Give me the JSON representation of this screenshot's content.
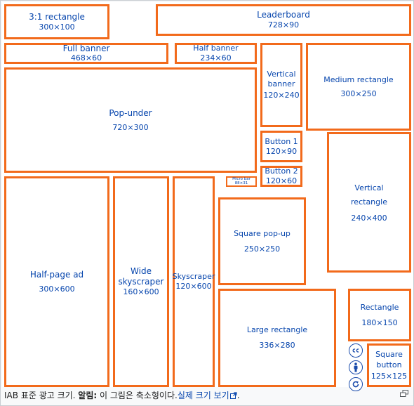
{
  "ads": {
    "r31": {
      "name": "3:1 rectangle",
      "size": "300×100"
    },
    "leader": {
      "name": "Leaderboard",
      "size": "728×90"
    },
    "full": {
      "name": "Full banner",
      "size": "468×60"
    },
    "half": {
      "name": "Half banner",
      "size": "234×60"
    },
    "vbanner": {
      "name": "Vertical banner",
      "size": "120×240"
    },
    "medrect": {
      "name": "Medium rectangle",
      "size": "300×250"
    },
    "popunder": {
      "name": "Pop-under",
      "size": "720×300"
    },
    "btn1": {
      "name": "Button 1",
      "size": "120×90"
    },
    "btn2": {
      "name": "Button 2",
      "size": "120×60"
    },
    "vrect": {
      "name": "Vertical rectangle",
      "size": "240×400"
    },
    "micro": {
      "name": "Micro bar",
      "size": "88×31"
    },
    "halfpage": {
      "name": "Half-page ad",
      "size": "300×600"
    },
    "wide": {
      "name": "Wide skyscraper",
      "size": "160×600"
    },
    "sky": {
      "name": "Skyscraper",
      "size": "120×600"
    },
    "sqpop": {
      "name": "Square pop-up",
      "size": "250×250"
    },
    "large": {
      "name": "Large rectangle",
      "size": "336×280"
    },
    "rect": {
      "name": "Rectangle",
      "size": "180×150"
    },
    "sqbtn": {
      "name": "Square button",
      "size": "125×125"
    }
  },
  "license_icons": [
    "cc-icon",
    "by-icon",
    "sa-icon"
  ],
  "caption": {
    "text": "IAB 표준 광고 크기. ",
    "note_label": "알림:",
    "note_text": " 이 그림은 축소형이다.",
    "link": "실제 크기 보기",
    "end": "."
  },
  "colors": {
    "border": "#f26a1b",
    "text": "#0645ad"
  }
}
